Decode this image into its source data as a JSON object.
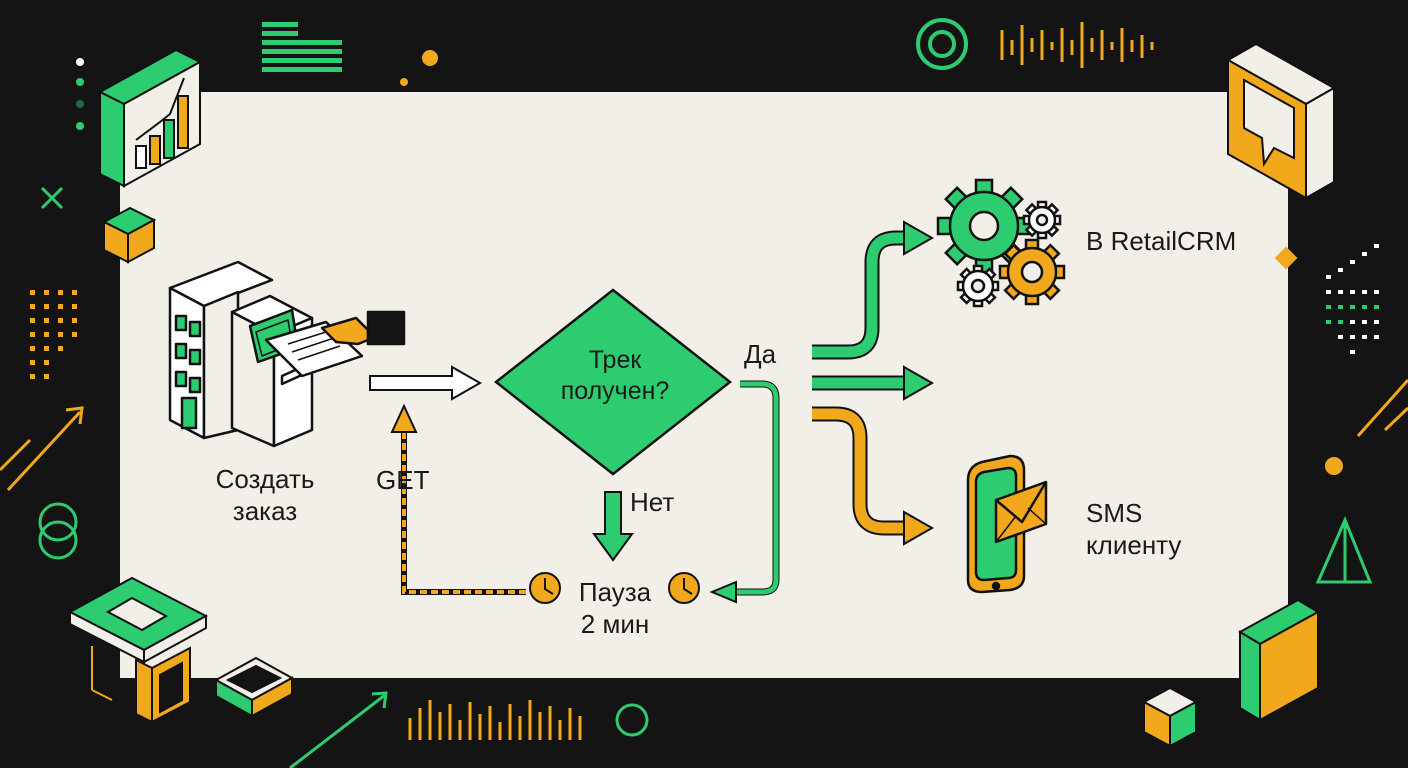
{
  "nodes": {
    "create_order": {
      "line1": "Создать",
      "line2": "заказ"
    },
    "get": "GET",
    "decision": {
      "line1": "Трек",
      "line2": "получен?"
    },
    "yes": "Да",
    "no": "Нет",
    "pause": {
      "line1": "Пауза",
      "line2": "2 мин"
    },
    "retailcrm": "В RetailCRM",
    "sms": {
      "line1": "SMS",
      "line2": "клиенту"
    }
  },
  "icons": {
    "left_top": "bar-chart-cube-icon",
    "right_top": "speech-bubble-cube-icon",
    "kiosk": "building-kiosk-icon",
    "gears": "gears-icon",
    "phone": "phone-envelope-icon",
    "clock": "clock-icon"
  },
  "colors": {
    "background": "#141414",
    "panel": "#f1efe7",
    "green": "#2ecc71",
    "orange": "#f2a81d",
    "ink": "#1a1a1a"
  }
}
